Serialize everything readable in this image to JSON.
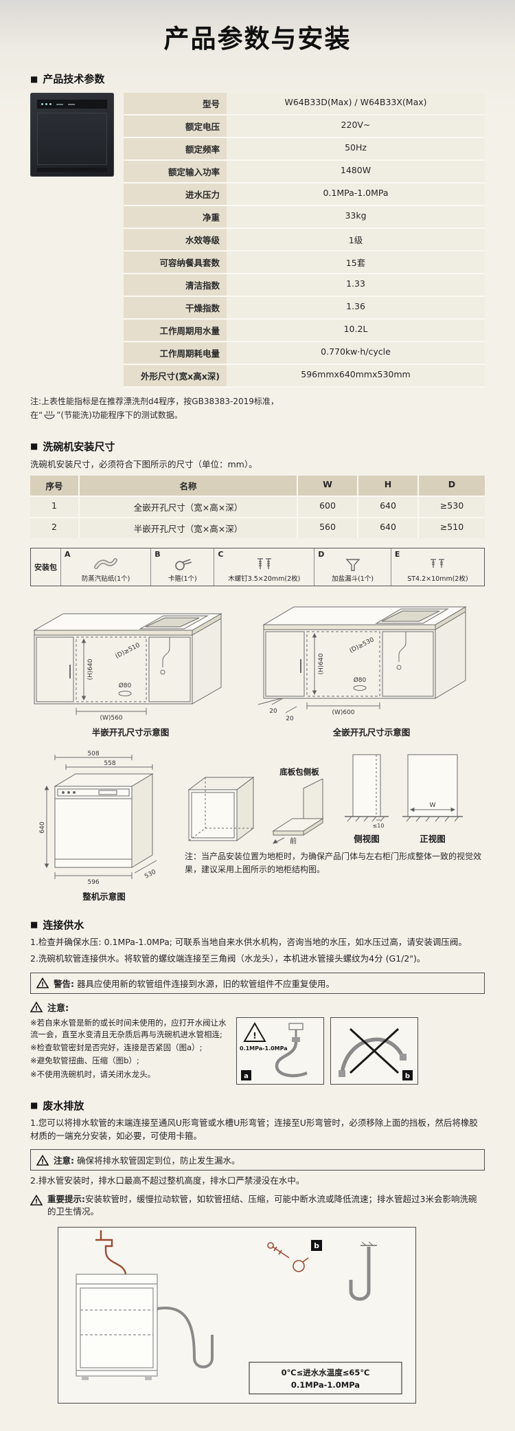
{
  "page": {
    "title": "产品参数与安装"
  },
  "colors": {
    "page_bg": "#f4f1e9",
    "label_bg": "#e5decd",
    "value_bg": "#f0ede3",
    "header_bg": "#d8d0bb",
    "border": "#4a4a4a",
    "pipe_red": "#9a4a32"
  },
  "tech": {
    "heading": "产品技术参数",
    "rows": [
      {
        "label": "型号",
        "value": "W64B33D(Max) / W64B33X(Max)"
      },
      {
        "label": "额定电压",
        "value": "220V~"
      },
      {
        "label": "额定频率",
        "value": "50Hz"
      },
      {
        "label": "额定输入功率",
        "value": "1480W"
      },
      {
        "label": "进水压力",
        "value": "0.1MPa-1.0MPa"
      },
      {
        "label": "净重",
        "value": "33kg"
      },
      {
        "label": "水效等级",
        "value": "1级"
      },
      {
        "label": "可容纳餐具套数",
        "value": "15套"
      },
      {
        "label": "清洁指数",
        "value": "1.33"
      },
      {
        "label": "干燥指数",
        "value": "1.36"
      },
      {
        "label": "工作周期用水量",
        "value": "10.2L"
      },
      {
        "label": "工作周期耗电量",
        "value": "0.770kw·h/cycle"
      },
      {
        "label": "外形尺寸(宽x高x深)",
        "value": "596mmx640mmx530mm"
      }
    ],
    "note_line1": "注:上表性能指标是在推荐漂洗剂d4程序，按GB38383-2019标准，",
    "note_line2_pre": "在“",
    "note_line2_post": "”(节能洗)功能程序下的测试数据。"
  },
  "install": {
    "heading": "洗碗机安装尺寸",
    "desc": "洗碗机安装尺寸，必须符合下图所示的尺寸（单位：mm）。",
    "table": {
      "headers": [
        "序号",
        "名称",
        "W",
        "H",
        "D"
      ],
      "rows": [
        [
          "1",
          "全嵌开孔尺寸（宽×高×深）",
          "600",
          "640",
          "≥530"
        ],
        [
          "2",
          "半嵌开孔尺寸（宽×高×深）",
          "560",
          "640",
          "≥510"
        ]
      ]
    },
    "kit": {
      "label": "安装包",
      "items": [
        {
          "key": "A",
          "desc": "防蒸汽贴纸(1个)"
        },
        {
          "key": "B",
          "desc": "卡箍(1个)"
        },
        {
          "key": "C",
          "desc": "木螺钉3.5×20mm(2枚)"
        },
        {
          "key": "D",
          "desc": "加盐漏斗(1个)"
        },
        {
          "key": "E",
          "desc": "ST4.2×10mm(2枚)"
        }
      ]
    },
    "diagrams": {
      "semi": {
        "caption": "半嵌开孔尺寸示意图",
        "dim_h": "(H)640",
        "dim_d": "(D)≥510",
        "dim_hole": "Ø80",
        "dim_w": "(W)560"
      },
      "full": {
        "caption": "全嵌开孔尺寸示意图",
        "dim_h": "(H)640",
        "dim_d": "(D)≥530",
        "dim_hole": "Ø80",
        "dim_w": "(W)600",
        "dim_gap1": "20",
        "dim_gap2": "20"
      },
      "machine": {
        "caption": "整机示意图",
        "dim_top_inner": "508",
        "dim_top_outer": "558",
        "dim_h": "640",
        "dim_w": "596",
        "dim_d": "530"
      },
      "board": {
        "label": "底板包侧板",
        "front_label": "前"
      },
      "side_view": {
        "caption": "侧视图",
        "dim": "≤10"
      },
      "front_view": {
        "caption": "正视图",
        "dim": "W"
      }
    },
    "note": "注：当产品安装位置为地柜时，为确保产品门体与左右柜门形成整体一致的视觉效果，建议采用上图所示的地柜结构图。"
  },
  "water": {
    "heading": "连接供水",
    "p1": "1.检查并确保水压: 0.1MPa-1.0MPa; 可联系当地自来水供水机构，咨询当地的水压，如水压过高，请安装调压阀。",
    "p2": "2.洗碗机软管连接供水。将软管的螺纹端连接至三角阀（水龙头），本机进水管接头螺纹为4分 (G1/2\")。",
    "warning_label": "警告:",
    "warning_text": "器具应使用新的软管组件连接到水源，旧的软管组件不应重复使用。",
    "notice_label": "注意:",
    "notice_items": [
      "※若自来水管是新的或长时间未使用的，应打开水阀让水流一会，直至水变清且无杂质后再与洗碗机进水管相连;",
      "※检查软管密封是否完好，连接是否紧固（图a）;",
      "※避免软管扭曲、压缩（图b）;",
      "※不使用洗碗机时，请关闭水龙头。"
    ],
    "fig_a": {
      "pressure": "0.1MPa-1.0MPa",
      "label": "a"
    },
    "fig_b": {
      "label": "b"
    }
  },
  "drain": {
    "heading": "废水排放",
    "p1": "1.您可以将排水软管的末端连接至通风U形弯管或水槽U形弯管；连接至U形弯管时，必须移除上面的挡板，然后将橡胶材质的一端充分安装，如必要，可使用卡箍。",
    "notice_label": "注意:",
    "notice_text": "确保将排水软管固定到位，防止发生漏水。",
    "p2": "2.排水管安装时，排水口最高不超过整机高度，排水口严禁浸没在水中。",
    "important_label": "重要提示:",
    "important_text": "安装软管时，缓慢拉动软管，如软管扭结、压缩，可能中断水流或降低流速；排水管超过3米会影响洗碗的卫生情况。",
    "fig": {
      "temp": "0℃≤进水水温度≤65℃",
      "pressure": "0.1MPa-1.0MPa",
      "label": "b"
    }
  }
}
